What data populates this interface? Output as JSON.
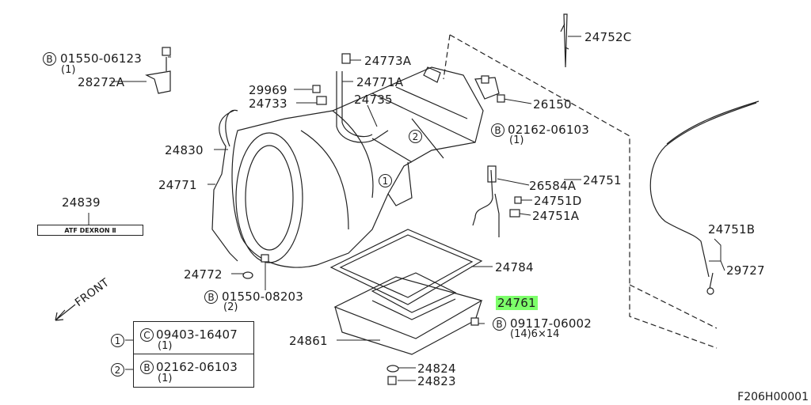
{
  "diagram": {
    "figure_code": "F206H00001",
    "front_label": "FRONT",
    "atf_label": "ATF DEXRON Ⅱ",
    "parts": {
      "p24752C": "24752C",
      "p01550_06123": "01550-06123",
      "p01550_06123_qty": "(1)",
      "p28272A": "28272A",
      "p24773A": "24773A",
      "p29969": "29969",
      "p24771A": "24771A",
      "p24733": "24733",
      "p24735": "24735",
      "p26150": "26150",
      "p02162_06103_top": "02162-06103",
      "p02162_06103_top_qty": "(1)",
      "p24830": "24830",
      "p24771": "24771",
      "p24839": "24839",
      "p26584A": "26584A",
      "p24751": "24751",
      "p24751D": "24751D",
      "p24751A": "24751A",
      "p24751B": "24751B",
      "p24784": "24784",
      "p29727": "29727",
      "p24772": "24772",
      "p01550_08203": "01550-08203",
      "p01550_08203_qty": "(2)",
      "p24761": "24761",
      "p09117_06002": "09117-06002",
      "p09117_06002_qty": "(14)6×14",
      "p24861": "24861",
      "p24824": "24824",
      "p24823": "24823"
    },
    "markers": {
      "one": "1",
      "two": "2",
      "b": "B",
      "c": "C"
    },
    "legend": {
      "row1_num": "1",
      "row1_code": "09403-16407",
      "row1_qty": "(1)",
      "row2_num": "2",
      "row2_code": "02162-06103",
      "row2_qty": "(1)"
    },
    "colors": {
      "highlight": "#7dff6a",
      "line": "#222222"
    }
  }
}
